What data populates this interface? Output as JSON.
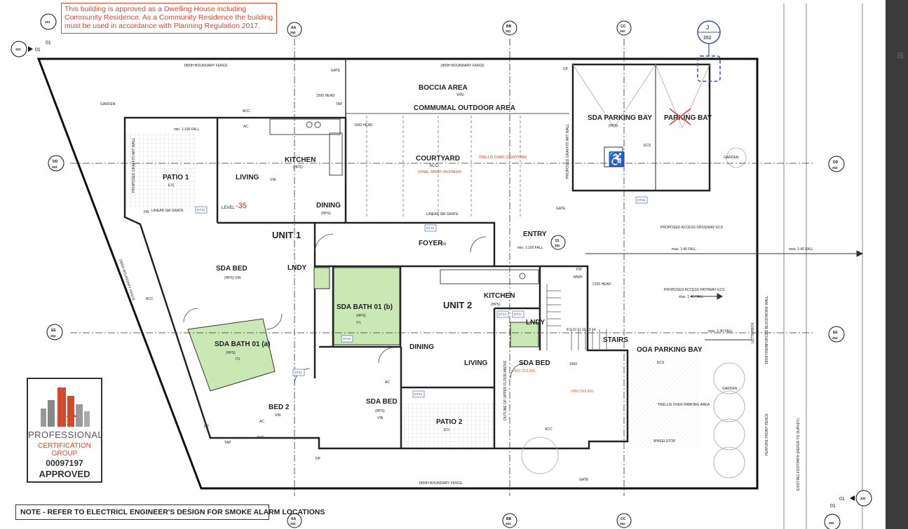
{
  "approval_note": "This building is approved as a Dwelling House including Community Residence. As a Community Residence the building must be used in accordance with Planning Regulation 2017.",
  "bottom_note": "NOTE - REFER TO ELECTRICL ENGINEER'S DESIGN FOR SMOKE ALARM LOCATIONS",
  "stamp": {
    "line1": "PROFESSIONAL",
    "line2": "CERTIFICATION GROUP",
    "number": "00097197",
    "status": "APPROVED"
  },
  "colors": {
    "wet_area": "#c9e8b4",
    "approval_red": "#e0452a",
    "section_marker_blue": "#3a54a6"
  },
  "units": {
    "unit1": "UNIT 1",
    "unit2": "UNIT 2"
  },
  "rooms": {
    "boccia": "BOCCIA AREA",
    "vin": "VIN",
    "communal": "COMMUMAL OUTDOOR AREA",
    "courtyard": "COURTYARD",
    "scc": "SCC",
    "vinyl_spray": "(VINAL SPRAY ON FINISH)",
    "trellis_court": "TRELLIS OVER COURTYARD",
    "sda_parking": "SDA PARKING BAY",
    "hps": "(HPS)",
    "parking_bay": "PARKING BAY",
    "ecs": "ECS",
    "garden": "GARDEN",
    "patio1": "PATIO 1",
    "etl": "ETL",
    "living": "LIVING",
    "kitchen": "KITCHEN",
    "dining": "DINING",
    "entry": "ENTRY",
    "foyer": "FOYER",
    "sda_bed": "SDA BED",
    "hps_vin": "(HPS) VIN",
    "lndy": "LNDY",
    "sda_bath_b": "SDA BATH 01 (b)",
    "sda_bath_a": "SDA BATH 01 (a)",
    "itl": "ITL",
    "bed2": "BED 2",
    "stairs": "STAIRS",
    "ooa_parking": "OOA PARKING BAY",
    "patio2": "PATIO 2",
    "trellis_parking": "TRELLIS OVER PARKING AREA",
    "wheelstop": "WHEELSTOP",
    "ceiling_2450": "2450 CEILING",
    "ceiling_2450b": "2450 CEILING"
  },
  "annotations": {
    "boundary_fence": "1800H BOUNDARY FENCE",
    "gate": "GATE",
    "tap": "TAP",
    "head_1500": "1500 HEAD",
    "head_2100": "2100 HEAD",
    "fall_100": "min. 1:100 FALL",
    "fall_40": "max. 1:40 FALL",
    "linear_grate": "LINEAR SW GRATE",
    "access_driveway": "PROPOSED ACCESS DRIVEWAY  ECS",
    "access_pathway": "PROPOSED ACCESS PATHWAY  ECS",
    "graffiti_wall": "PROPOSED GRAFFITI ART WALL",
    "feature_fence": "FEATURE FRONT FENCE",
    "footpath": "EXISTING FOOTPATH (REFER TO SURVEY)",
    "letterbox": "LETTERBOX",
    "level": "LEVEL",
    "level_red": "-35",
    "acc": "ACC",
    "ac": "AC",
    "dp": "DP",
    "fw": "FW",
    "mwh": "MWH",
    "upper_floor": "OUTLINE OF UPPER FLOOR ABOVE",
    "reinforced_wall": "1800H REINFORCED BLOCKWORK WALL",
    "stair_nums": "8  9  10  11  12  13  14",
    "dim_1650": "1650"
  },
  "section_markers": {
    "aa_top": [
      "AA",
      "250"
    ],
    "bb_top": [
      "BB",
      "251"
    ],
    "cc_top": [
      "CC",
      "252"
    ],
    "dd_left": [
      "DD",
      "253"
    ],
    "dd_right": [
      "DD",
      "253"
    ],
    "ee_left": [
      "EE",
      "254"
    ],
    "ee_right": [
      "EE",
      "254"
    ],
    "aa_bot": [
      "AA",
      "250"
    ],
    "bb_bot": [
      "BB",
      "251"
    ],
    "cc_bot": [
      "CC",
      "252"
    ],
    "j_marker": [
      "J",
      "352"
    ],
    "entry_marker": [
      "01",
      "352"
    ],
    "ref_201": [
      "201",
      "01"
    ],
    "ref_203": [
      "203",
      "01"
    ],
    "ref_200": [
      "200",
      "01"
    ],
    "ref_202": [
      "202",
      "01"
    ]
  },
  "codes": {
    "dt10": "DT10",
    "dt11": "DT11",
    "dt12": "DT12",
    "dt13": "DT13",
    "dt14": "DT14",
    "dt15": "DT15",
    "dt16": "DT16",
    "dt17": "DT17"
  }
}
